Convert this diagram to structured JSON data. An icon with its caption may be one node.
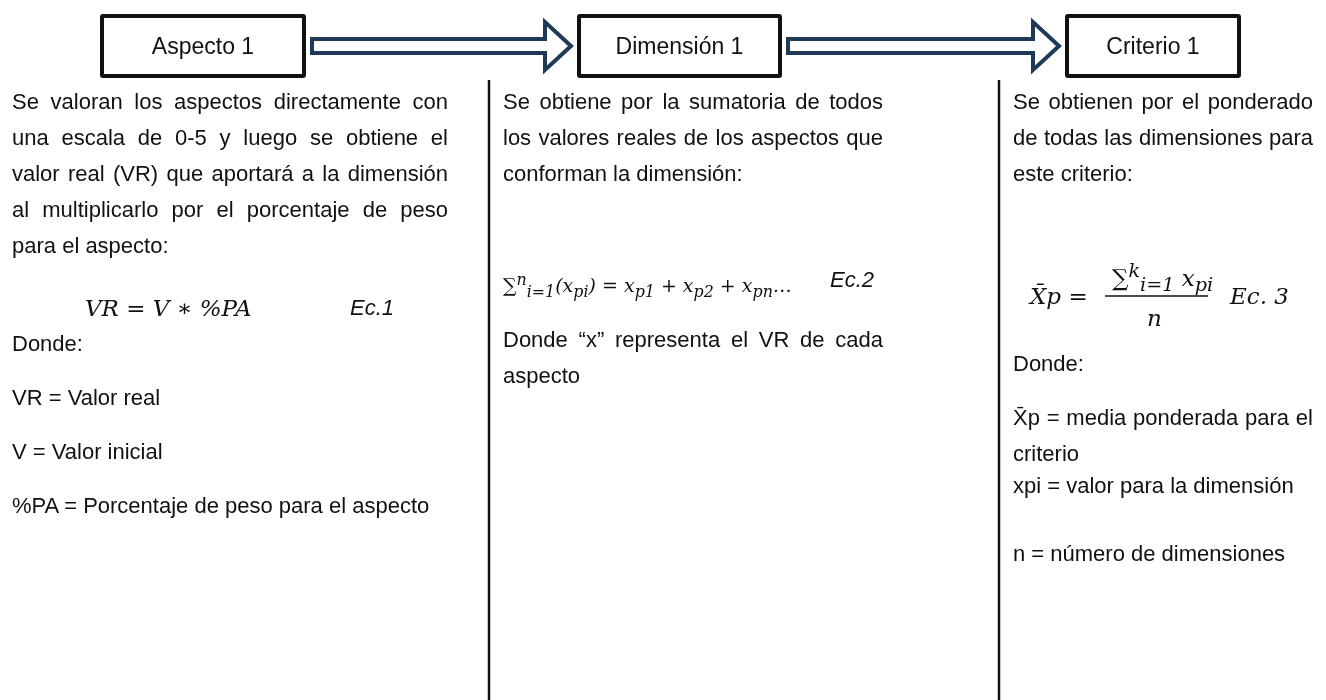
{
  "diagram": {
    "nodes": [
      {
        "text": [
          "Aspecto 1"
        ]
      },
      {
        "text": [
          "Dimensión 1"
        ]
      },
      {
        "text": [
          "Criterio 1"
        ]
      }
    ],
    "edges": [
      {
        "from": 0,
        "to": 1,
        "arrow": "to"
      },
      {
        "from": 1,
        "to": 2,
        "arrow": "to"
      }
    ],
    "labels": [
      "Se valoran los aspectos directamente con una escala de 0-5 y luego se obtiene el valor real (VR) que aportará a la dimensión al multiplicarlo por el porcentaje de peso para el aspecto:",
      "VR = V ∗ %PA",
      "Ec.1",
      "Donde:",
      "VR = Valor real",
      "V = Valor inicial",
      "%PA = Porcentaje de peso para el aspecto",
      "Se obtiene por la sumatoria de todos los valores reales de los aspectos que conforman la dimensión:",
      "∑$^{n}$$_{i=1}$(x$_{pi}$) = x$_{p1}$ + x$_{p2}$ + x$_{pn}$…",
      "Ec.2",
      "Donde “x” representa el VR de cada aspecto",
      "Se obtienen por el ponderado de todas las dimensiones para este criterio:",
      "X̄p =",
      "∑$^{k}$$_{i=1}$ x$_{pi}$",
      "n",
      "Ec. 3",
      "Donde:",
      "X̄p = media ponderada para el criterio",
      "xpi = valor para la dimensión",
      "n = número de dimensiones"
    ]
  }
}
